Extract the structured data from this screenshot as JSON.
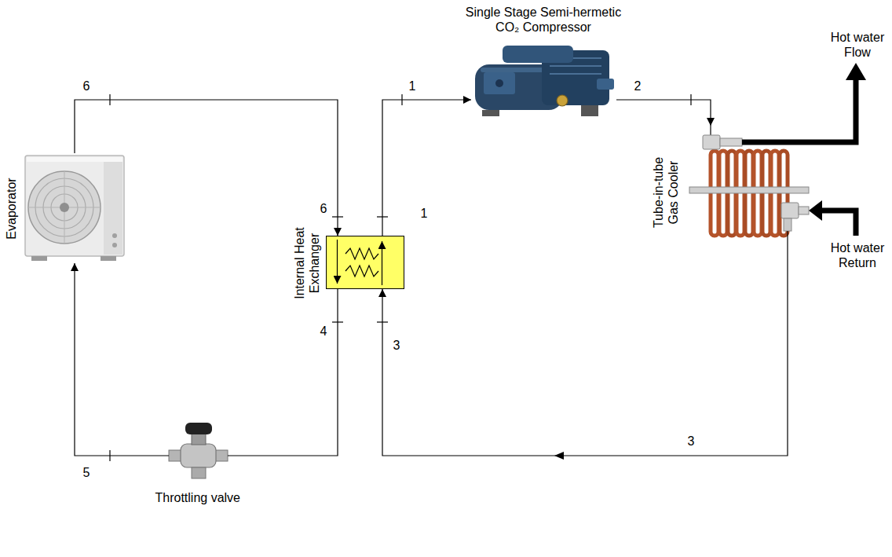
{
  "diagram": {
    "nodes": [
      {
        "text": [
          "Single Stage Semi-hermetic CO₂ Compressor"
        ]
      },
      {
        "text": [
          "Evaporator"
        ]
      },
      {
        "text": [
          "Internal Heat Exchanger"
        ]
      },
      {
        "text": [
          "Tube-in-tube Gas Cooler"
        ]
      },
      {
        "text": [
          "Throttling valve"
        ]
      }
    ],
    "edges": [
      {
        "from": 0,
        "to": 3,
        "arrow": "to"
      },
      {
        "from": 3,
        "to": 2,
        "arrow": "to"
      },
      {
        "from": 2,
        "to": 4,
        "arrow": "none"
      },
      {
        "from": 4,
        "to": 1,
        "arrow": "to"
      },
      {
        "from": 1,
        "to": 2,
        "arrow": "to"
      },
      {
        "from": 2,
        "to": 0,
        "arrow": "to"
      }
    ],
    "labels": [
      "Hot water Flow",
      "6",
      "1",
      "2",
      "6",
      "1",
      "Hot water Return",
      "4",
      "3",
      "3",
      "5"
    ]
  }
}
